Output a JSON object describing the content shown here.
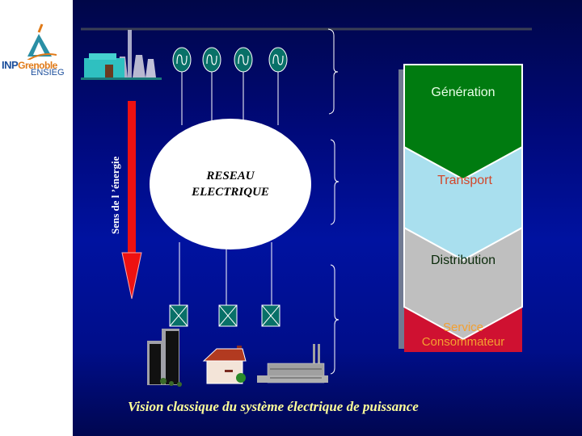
{
  "logo": {
    "inp": "INP",
    "grenoble": "Grenoble",
    "ensieg": "ENSIEG"
  },
  "diagram": {
    "axis_label": "Sens de l ’énergie",
    "network_label_line1": "RESEAU",
    "network_label_line2": "ELECTRIQUE",
    "generators": [
      "generator-1",
      "generator-2",
      "generator-3",
      "generator-4"
    ],
    "loads": [
      "load-1",
      "load-2",
      "load-3"
    ],
    "stages": [
      {
        "label": "Génération",
        "color": "#007b10",
        "text_color": "#e8ffe8"
      },
      {
        "label": "Transport",
        "color": "#a9dfee",
        "text_color": "#d2472a"
      },
      {
        "label": "Distribution",
        "color": "#bfbfbf",
        "text_color": "#0a2a0a"
      },
      {
        "label": "Service",
        "label2": "Consommateur",
        "color": "#cf1131",
        "text_color": "#f4a030"
      }
    ],
    "caption": "Vision classique du système électrique de puissance"
  }
}
